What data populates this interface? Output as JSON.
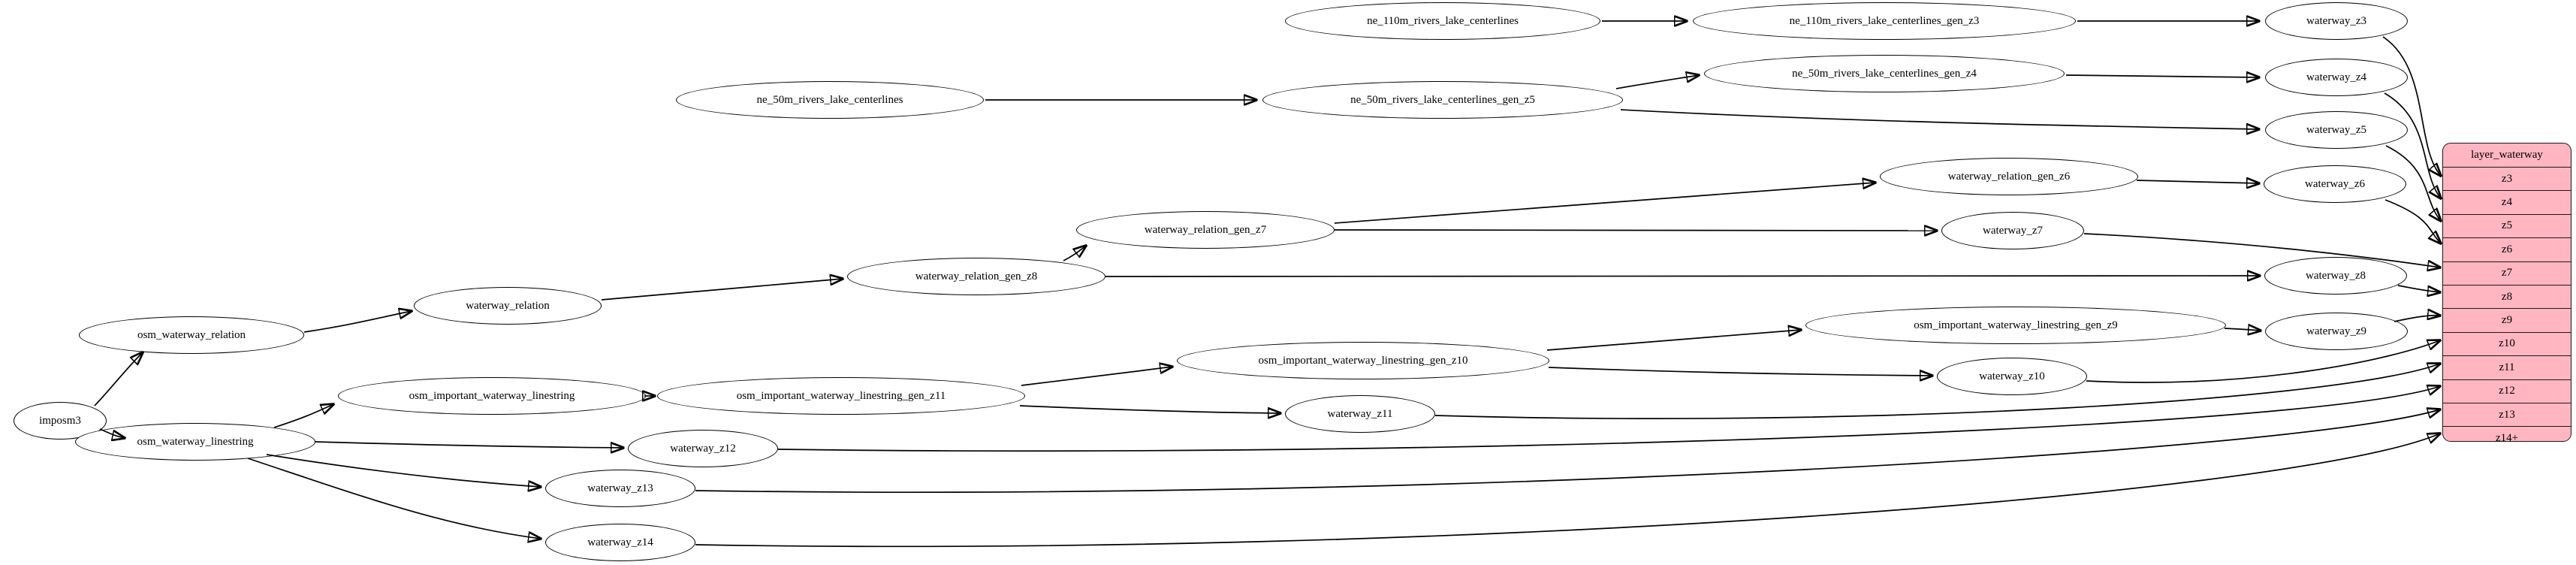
{
  "diagram": {
    "kind": "etl-flow-graph",
    "colors": {
      "node_fill": "#ffffff",
      "node_border": "#000000",
      "edge": "#000000",
      "table_fill": "#ffb6c1",
      "table_border": "#1a1a1a",
      "background": "#ffffff"
    },
    "nodes": [
      {
        "id": "imposm3",
        "label": "imposm3"
      },
      {
        "id": "osm_waterway_relation",
        "label": "osm_waterway_relation"
      },
      {
        "id": "osm_waterway_linestring",
        "label": "osm_waterway_linestring"
      },
      {
        "id": "waterway_relation",
        "label": "waterway_relation"
      },
      {
        "id": "osm_important_waterway_linestring",
        "label": "osm_important_waterway_linestring"
      },
      {
        "id": "osm_important_waterway_linestring_gen_z11",
        "label": "osm_important_waterway_linestring_gen_z11"
      },
      {
        "id": "osm_important_waterway_linestring_gen_z10",
        "label": "osm_important_waterway_linestring_gen_z10"
      },
      {
        "id": "osm_important_waterway_linestring_gen_z9",
        "label": "osm_important_waterway_linestring_gen_z9"
      },
      {
        "id": "waterway_relation_gen_z8",
        "label": "waterway_relation_gen_z8"
      },
      {
        "id": "waterway_relation_gen_z7",
        "label": "waterway_relation_gen_z7"
      },
      {
        "id": "waterway_relation_gen_z6",
        "label": "waterway_relation_gen_z6"
      },
      {
        "id": "ne_110m_rivers_lake_centerlines",
        "label": "ne_110m_rivers_lake_centerlines"
      },
      {
        "id": "ne_110m_rivers_lake_centerlines_gen_z3",
        "label": "ne_110m_rivers_lake_centerlines_gen_z3"
      },
      {
        "id": "ne_50m_rivers_lake_centerlines",
        "label": "ne_50m_rivers_lake_centerlines"
      },
      {
        "id": "ne_50m_rivers_lake_centerlines_gen_z5",
        "label": "ne_50m_rivers_lake_centerlines_gen_z5"
      },
      {
        "id": "ne_50m_rivers_lake_centerlines_gen_z4",
        "label": "ne_50m_rivers_lake_centerlines_gen_z4"
      },
      {
        "id": "waterway_z3",
        "label": "waterway_z3"
      },
      {
        "id": "waterway_z4",
        "label": "waterway_z4"
      },
      {
        "id": "waterway_z5",
        "label": "waterway_z5"
      },
      {
        "id": "waterway_z6",
        "label": "waterway_z6"
      },
      {
        "id": "waterway_z7",
        "label": "waterway_z7"
      },
      {
        "id": "waterway_z8",
        "label": "waterway_z8"
      },
      {
        "id": "waterway_z9",
        "label": "waterway_z9"
      },
      {
        "id": "waterway_z10",
        "label": "waterway_z10"
      },
      {
        "id": "waterway_z11",
        "label": "waterway_z11"
      },
      {
        "id": "waterway_z12",
        "label": "waterway_z12"
      },
      {
        "id": "waterway_z13",
        "label": "waterway_z13"
      },
      {
        "id": "waterway_z14",
        "label": "waterway_z14"
      }
    ],
    "edges": [
      {
        "from": "imposm3",
        "to": "osm_waterway_relation"
      },
      {
        "from": "imposm3",
        "to": "osm_waterway_linestring"
      },
      {
        "from": "osm_waterway_relation",
        "to": "waterway_relation"
      },
      {
        "from": "waterway_relation",
        "to": "waterway_relation_gen_z8"
      },
      {
        "from": "waterway_relation_gen_z8",
        "to": "waterway_relation_gen_z7"
      },
      {
        "from": "waterway_relation_gen_z8",
        "to": "waterway_z8"
      },
      {
        "from": "waterway_relation_gen_z7",
        "to": "waterway_relation_gen_z6"
      },
      {
        "from": "waterway_relation_gen_z7",
        "to": "waterway_z7"
      },
      {
        "from": "waterway_relation_gen_z6",
        "to": "waterway_z6"
      },
      {
        "from": "osm_waterway_linestring",
        "to": "osm_important_waterway_linestring"
      },
      {
        "from": "osm_waterway_linestring",
        "to": "waterway_z12"
      },
      {
        "from": "osm_waterway_linestring",
        "to": "waterway_z13"
      },
      {
        "from": "osm_waterway_linestring",
        "to": "waterway_z14"
      },
      {
        "from": "osm_important_waterway_linestring",
        "to": "osm_important_waterway_linestring_gen_z11"
      },
      {
        "from": "osm_important_waterway_linestring_gen_z11",
        "to": "osm_important_waterway_linestring_gen_z10"
      },
      {
        "from": "osm_important_waterway_linestring_gen_z11",
        "to": "waterway_z11"
      },
      {
        "from": "osm_important_waterway_linestring_gen_z10",
        "to": "osm_important_waterway_linestring_gen_z9"
      },
      {
        "from": "osm_important_waterway_linestring_gen_z10",
        "to": "waterway_z10"
      },
      {
        "from": "osm_important_waterway_linestring_gen_z9",
        "to": "waterway_z9"
      },
      {
        "from": "ne_110m_rivers_lake_centerlines",
        "to": "ne_110m_rivers_lake_centerlines_gen_z3"
      },
      {
        "from": "ne_110m_rivers_lake_centerlines_gen_z3",
        "to": "waterway_z3"
      },
      {
        "from": "ne_50m_rivers_lake_centerlines",
        "to": "ne_50m_rivers_lake_centerlines_gen_z5"
      },
      {
        "from": "ne_50m_rivers_lake_centerlines_gen_z5",
        "to": "ne_50m_rivers_lake_centerlines_gen_z4"
      },
      {
        "from": "ne_50m_rivers_lake_centerlines_gen_z5",
        "to": "waterway_z5"
      },
      {
        "from": "ne_50m_rivers_lake_centerlines_gen_z4",
        "to": "waterway_z4"
      },
      {
        "from": "waterway_z3",
        "to": "layer_waterway.z3"
      },
      {
        "from": "waterway_z4",
        "to": "layer_waterway.z4"
      },
      {
        "from": "waterway_z5",
        "to": "layer_waterway.z5"
      },
      {
        "from": "waterway_z6",
        "to": "layer_waterway.z6"
      },
      {
        "from": "waterway_z7",
        "to": "layer_waterway.z7"
      },
      {
        "from": "waterway_z8",
        "to": "layer_waterway.z8"
      },
      {
        "from": "waterway_z9",
        "to": "layer_waterway.z9"
      },
      {
        "from": "waterway_z10",
        "to": "layer_waterway.z10"
      },
      {
        "from": "waterway_z11",
        "to": "layer_waterway.z11"
      },
      {
        "from": "waterway_z12",
        "to": "layer_waterway.z12"
      },
      {
        "from": "waterway_z13",
        "to": "layer_waterway.z13"
      },
      {
        "from": "waterway_z14",
        "to": "layer_waterway.z14+"
      }
    ],
    "table": {
      "title": "layer_waterway",
      "rows": [
        "z3",
        "z4",
        "z5",
        "z6",
        "z7",
        "z8",
        "z9",
        "z10",
        "z11",
        "z12",
        "z13",
        "z14+"
      ]
    }
  }
}
